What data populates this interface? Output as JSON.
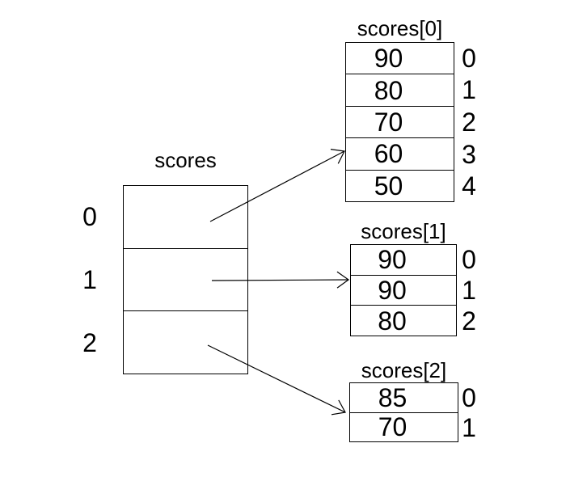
{
  "colors": {
    "line": "#000000",
    "text": "#000000",
    "background": "#ffffff"
  },
  "outer_array": {
    "label": "scores",
    "index_labels": [
      "0",
      "1",
      "2"
    ]
  },
  "child_arrays": [
    {
      "title": "scores[0]",
      "values": [
        "90",
        "80",
        "70",
        "60",
        "50"
      ],
      "index_labels": [
        "0",
        "1",
        "2",
        "3",
        "4"
      ]
    },
    {
      "title": "scores[1]",
      "values": [
        "90",
        "90",
        "80"
      ],
      "index_labels": [
        "0",
        "1",
        "2"
      ]
    },
    {
      "title": "scores[2]",
      "values": [
        "85",
        "70"
      ],
      "index_labels": [
        "0",
        "1"
      ]
    }
  ],
  "arrows": [
    {
      "from": "outer cell 0",
      "to": "scores[0]"
    },
    {
      "from": "outer cell 1",
      "to": "scores[1]"
    },
    {
      "from": "outer cell 2",
      "to": "scores[2]"
    }
  ]
}
